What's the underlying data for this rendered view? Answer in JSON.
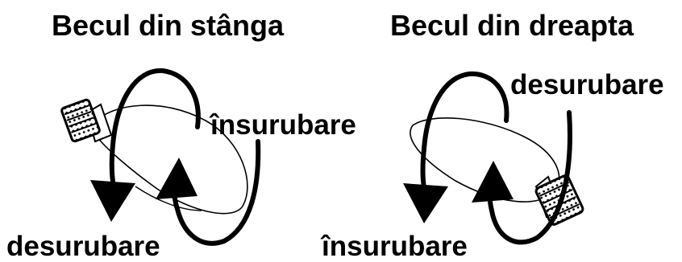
{
  "left": {
    "title": "Becul din stânga",
    "screw_label": "însurubare",
    "unscrew_label": "desurubare"
  },
  "right": {
    "title": "Becul din dreapta",
    "unscrew_label": "desurubare",
    "screw_label": "însurubare"
  },
  "colors": {
    "ink": "#000000",
    "background": "#ffffff"
  }
}
